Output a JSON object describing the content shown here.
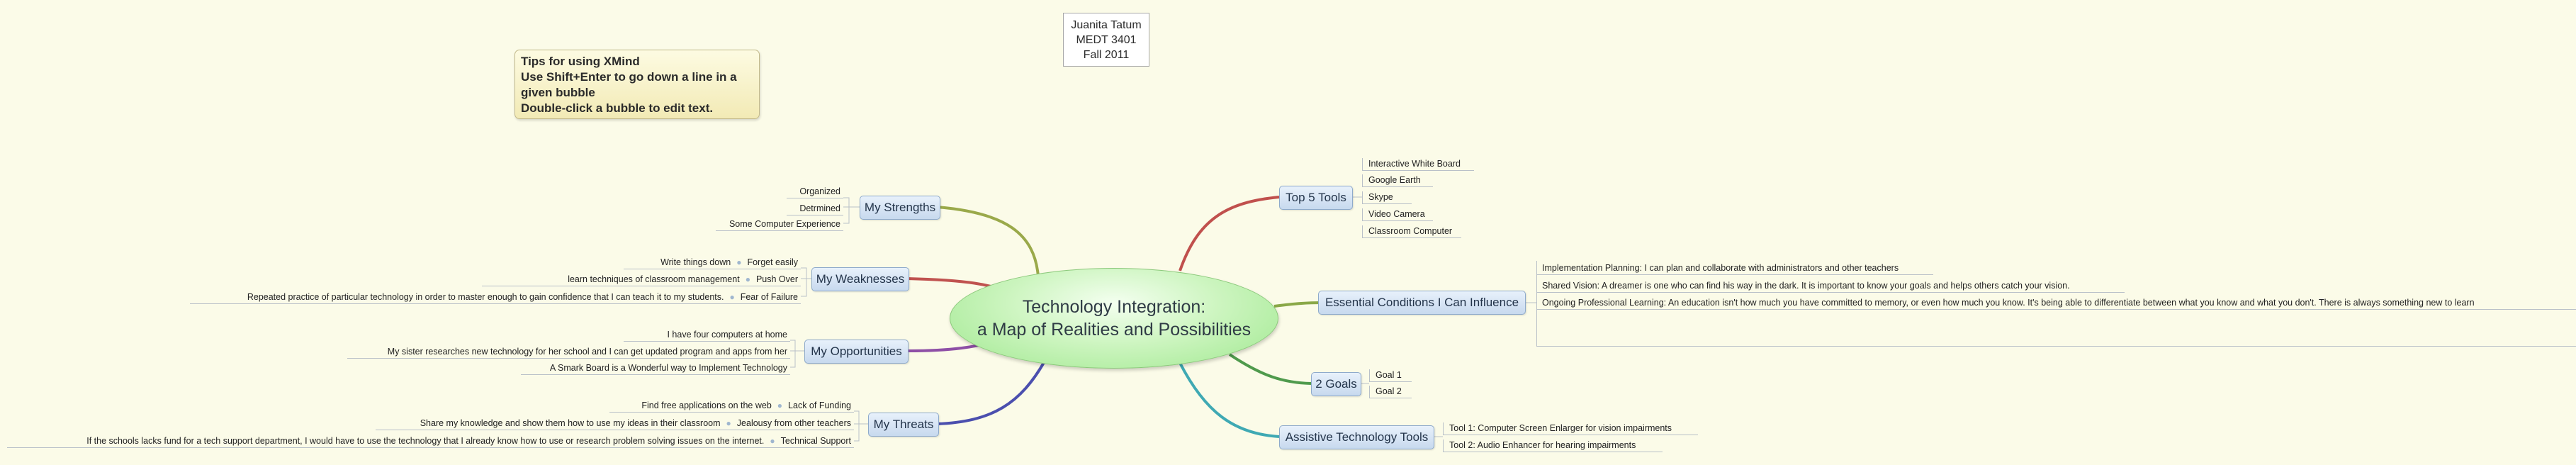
{
  "author": {
    "name": "Juanita Tatum",
    "course": "MEDT 3401",
    "term": "Fall 2011"
  },
  "tips": {
    "line1": "Tips for using XMind",
    "line2": "Use Shift+Enter to go down a line in a given bubble",
    "line3": "Double-click a bubble to edit text."
  },
  "central": {
    "line1": "Technology Integration:",
    "line2": "a Map of Realities and Possibilities"
  },
  "strengths": {
    "label": "My Strengths",
    "items": [
      "Organized",
      "Detrmined",
      "Some Computer Experience"
    ]
  },
  "weaknesses": {
    "label": "My Weaknesses",
    "items": [
      {
        "text": "Write things down",
        "tag": "Forget easily"
      },
      {
        "text": "learn techniques of classroom management",
        "tag": "Push Over"
      },
      {
        "text": "Repeated practice of particular technology in order to master enough to gain confidence that I can teach it to my students.",
        "tag": "Fear of Failure"
      }
    ]
  },
  "opportunities": {
    "label": "My Opportunities",
    "items": [
      "I have four computers at home",
      "My sister researches new technology for her school and I can get updated program and apps from her",
      "A Smark Board is a Wonderful way to Implement Technology"
    ]
  },
  "threats": {
    "label": "My Threats",
    "items": [
      {
        "text": "Find free applications on the web",
        "tag": "Lack of Funding"
      },
      {
        "text": "Share my knowledge and show them how to use my ideas in their classroom",
        "tag": "Jealousy from other teachers"
      },
      {
        "text": "If the schools lacks fund for a tech support department, I would have to use the technology that I already know how to use or research problem solving issues on the internet.",
        "tag": "Technical Support"
      }
    ]
  },
  "top5": {
    "label": "Top 5 Tools",
    "items": [
      "Interactive White Board",
      "Google Earth",
      "Skype",
      "Video Camera",
      "Classroom Computer"
    ]
  },
  "essential": {
    "label": "Essential Conditions I Can Influence",
    "items": [
      "Implementation Planning: I can plan and collaborate with administrators and other teachers",
      "Shared Vision: A dreamer is one who can find his way in the dark.  It is important to know your goals and helps others catch your vision.",
      "Ongoing Professional Learning:  An education isn't how much you have committed to memory, or even how much you know. It's being able to differentiate between what you know and what you don't.  There is always something new to learn"
    ]
  },
  "goals": {
    "label": "2 Goals",
    "items": [
      "Goal 1",
      "Goal 2"
    ]
  },
  "assistive": {
    "label": "Assistive Technology Tools",
    "items": [
      "Tool 1: Computer Screen Enlarger for vision impairments",
      "Tool 2: Audio Enhancer for hearing impairments"
    ]
  },
  "colors": {
    "background": "#fbfbe8",
    "strengths_branch": "#9aa94a",
    "weaknesses_branch": "#c0524f",
    "opportunities_branch": "#8e4fa6",
    "threats_branch": "#4b4fae",
    "top5_branch": "#c0504d",
    "essential_branch": "#8aa848",
    "goals_branch": "#4f9a4c",
    "assistive_branch": "#3fa9b3"
  }
}
